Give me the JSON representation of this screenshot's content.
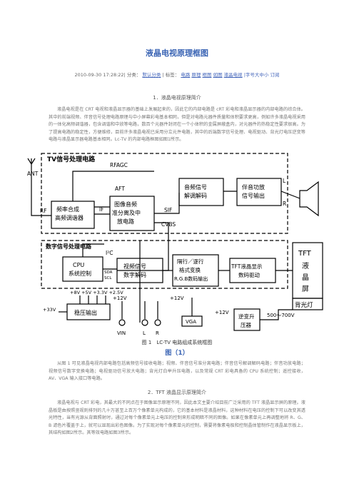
{
  "title": "液晶电视原理框图",
  "meta": {
    "datetime": "2010-09-30 17:28:22|",
    "category_label": "分类：",
    "category": "默认分类",
    "tags_label": "| 标签：",
    "tags": [
      "电路",
      "原理",
      "框图",
      "如图",
      "液晶电视"
    ],
    "font_size_label": "|字号大中小 订阅"
  },
  "section1": {
    "heading": "1．液晶电视原理简介",
    "text": "液晶电视是在 CRT 电视和液晶显示器的基础上发展起来的，因此它的内部电路是 cRT 彩电和液晶显示器的内部电路的综合体。其中的前端视频、伴音信号处理电路原理与中小屏幕彩电基本相同，但是对电路元器件质量和体积要求更高，例如许多液晶电视采用的一体化高频调谐器，包含调谐和中放等电路，数百个元器件封闭在一个小体积的金属屏蔽盒内，对元器件的热稳定性要求很高。为了提高电路的稳定性，方便维修，目前许多液晶电视已采用分立元件电路，其中的后端数字信号处理、电视驱动、背光灯电压逆变等电路与液晶显示器电路基本相同。Lc-TV 的内部电路框图如图1所示。"
  },
  "figure": {
    "caption": "图 1　LC-TV 电路组成系统框图",
    "label": "图（1）",
    "labels": {
      "tv_section": "TV信号处理电路",
      "rfagc": "RFAGC",
      "ant": "ANT",
      "rf": "RF",
      "aft": "AFT",
      "if": "IF",
      "tuner": [
        "频率合成",
        "高频调谐器"
      ],
      "ifproc": [
        "图像音频",
        "准分离及中",
        "放电路"
      ],
      "sound_decode": [
        "音频信号",
        "解调解码"
      ],
      "audio_amp": [
        "伴音功放",
        "信号输出"
      ],
      "sif": "SIF",
      "cvbs": "CVBS",
      "l": "L",
      "r": "R",
      "digital_section": "数字信号处理电路",
      "i2c": "I²C",
      "cpu": [
        "CPU",
        "系统控制"
      ],
      "sda": "SDA",
      "scl": "SCL",
      "video_decode": [
        "视频信号",
        "数字解码"
      ],
      "deinterlace": [
        "隔行／逐行",
        "格式变换",
        "R.G.B数码输出"
      ],
      "tft_drive": [
        "TFT液晶显示",
        "数码驱动"
      ],
      "tft_panel": [
        "TFT",
        "液",
        "晶",
        "屏"
      ],
      "backlight": "背光灯",
      "voltages": "+8V  +5V  +3.3V  +2.5V",
      "v33": "+33V",
      "regulator": "稳压输出",
      "v12a": "+12V",
      "v12b": "+12V",
      "vga": "VGA",
      "vin": "VIN",
      "lin": "L",
      "rin": "R",
      "v12c": "+12V",
      "inverter": [
        "逆变升",
        "压器"
      ],
      "v500": "500～700V"
    }
  },
  "section1_followup": "从图 1 可见液晶电视内部电路包括高频信号接收电路；视频、伴音信号准分离电路；伴音信号解调解码电路；伴音功放电路；视频信号数字变换电路；电视驱动信号放大电路；背光灯白举升压电路，以及常规 CRT 彩电具备的 CPU 系统控制；遥控接收，AV、VGA 输入接口等电路。",
  "section2": {
    "heading": "2．TFT 液晶显示原理简介",
    "text": "液晶电视与 CRT 彩电，其最大的不同点在于图像显示原理不同，因此本文主要介绍目前广泛采用的 TFT 液晶显示屏的原理。液晶板是由按照竖规则排列的几十万甚至上百万个像素单元构成的，它的基本材料是液晶材料，这种材料在电压的控制下可以改变其透光特性，当有光源从背面照射时，通过对每个像素单元上电压的控制来形成明暗不同的图像。如果在像素单元上再调整地将 R、G、B 滤色片覆盖于上，就可以显现出彩色图像。为了实现对每个像素单元的控制，需要将像素电极和控制晶体管制作在液晶显示板上，其结构如图2所示。其等效电路如图3所示。"
  }
}
